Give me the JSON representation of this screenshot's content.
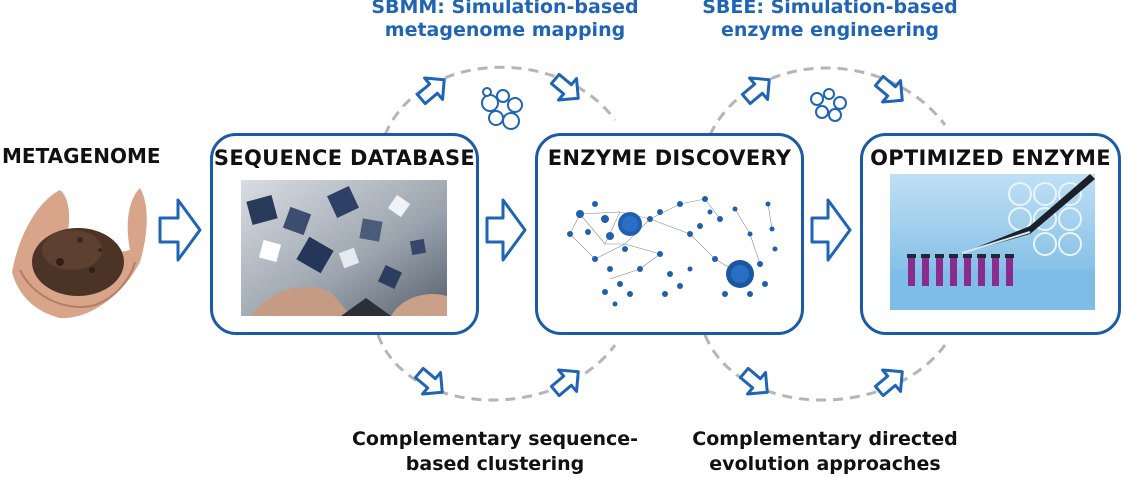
{
  "top_labels": {
    "sbmm": [
      "SBMM: Simulation-based",
      "metagenome mapping"
    ],
    "sbee": [
      "SBEE: Simulation-based",
      "enzyme engineering"
    ]
  },
  "bottom_labels": {
    "clustering": [
      "Complementary sequence-",
      "based clustering"
    ],
    "evolution": [
      "Complementary directed",
      "evolution approaches"
    ]
  },
  "stages": {
    "metagenome": "METAGENOME",
    "sequence_database": "SEQUENCE DATABASE",
    "enzyme_discovery": "ENZYME DISCOVERY",
    "optimized_enzyme": "OPTIMIZED ENZYME"
  },
  "colors": {
    "accent": "#1f64b5",
    "box_border": "#1a5aa8",
    "dashed_line": "#b5b5b5"
  }
}
